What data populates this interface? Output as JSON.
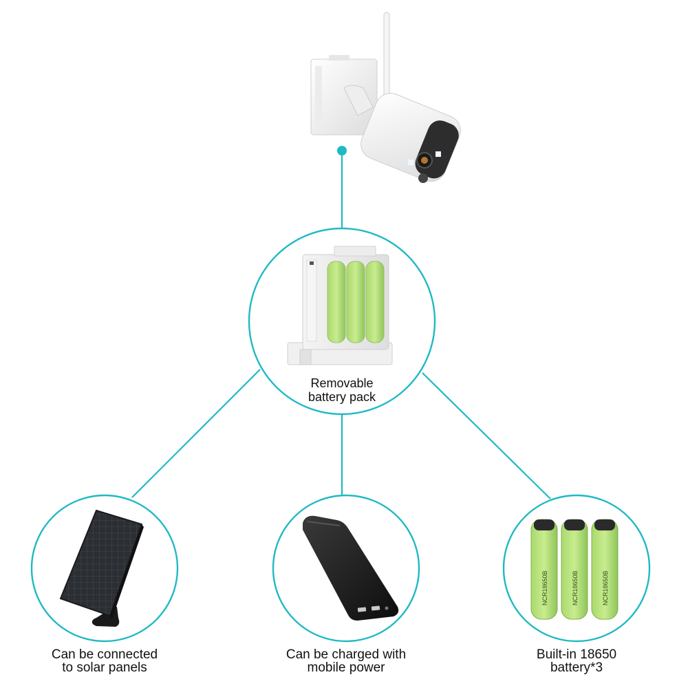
{
  "accent_color": "#1fb9c4",
  "center": {
    "label_line1": "Removable",
    "label_line2": "battery pack",
    "icon": "battery-pack-icon"
  },
  "top": {
    "icon": "security-camera-icon"
  },
  "options": [
    {
      "icon": "solar-panel-icon",
      "label_line1": "Can be connected",
      "label_line2": "to solar panels"
    },
    {
      "icon": "power-bank-icon",
      "label_line1": "Can be charged with",
      "label_line2": "mobile power"
    },
    {
      "icon": "18650-cells-icon",
      "label_line1": "Built-in 18650",
      "label_line2": "battery*3"
    }
  ],
  "cell_print": "NCR18650B"
}
